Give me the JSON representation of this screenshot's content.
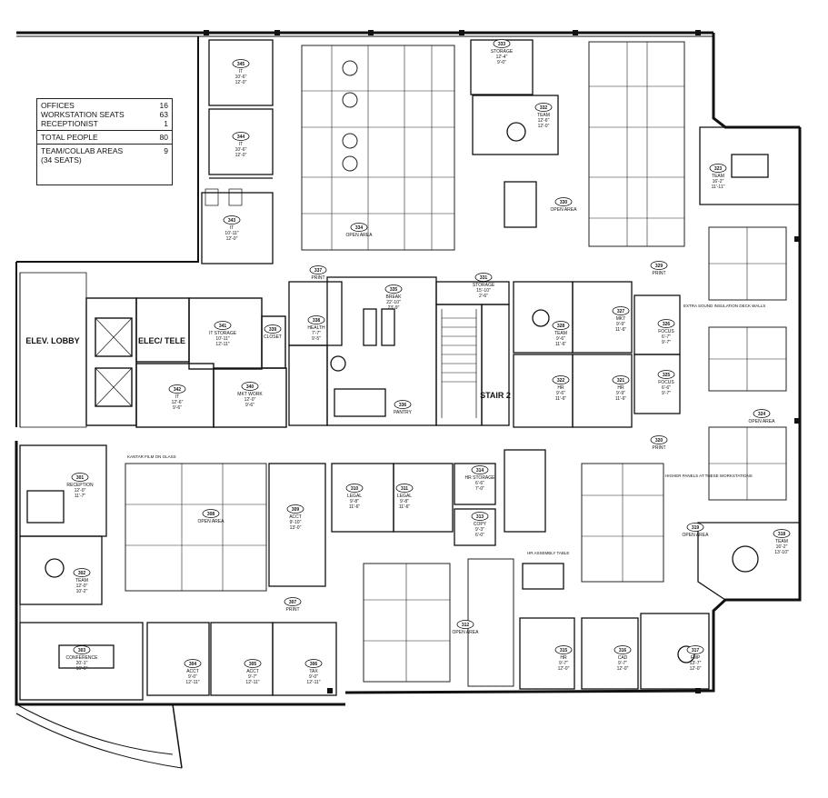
{
  "summary": {
    "offices_label": "OFFICES",
    "offices_value": "16",
    "workstations_label": "WORKSTATION SEATS",
    "workstations_value": "63",
    "reception_label": "RECEPTIONIST",
    "reception_value": "1",
    "total_label": "TOTAL PEOPLE",
    "total_value": "80",
    "team_label": "TEAM/COLLAB AREAS",
    "team_value": "9",
    "team_sub": "(34 SEATS)"
  },
  "core": {
    "elev_lobby": "ELEV. LOBBY",
    "elec_tele": "ELEC/ TELE",
    "stair": "STAIR 2"
  },
  "rooms": [
    {
      "n": "345",
      "name": "IT",
      "dims": "10'-6\"",
      "dims2": "12'-0\""
    },
    {
      "n": "344",
      "name": "IT",
      "dims": "10'-6\"",
      "dims2": "12'-0\""
    },
    {
      "n": "343",
      "name": "IT",
      "dims": "10'-11\"",
      "dims2": "12'-0\""
    },
    {
      "n": "341",
      "name": "IT STORAGE",
      "dims": "10'-11\"",
      "dims2": "12'-11\""
    },
    {
      "n": "342",
      "name": "IT",
      "dims": "12'-6\"",
      "dims2": "9'-6\""
    },
    {
      "n": "340",
      "name": "MKT WORK",
      "dims": "12'-0\"",
      "dims2": "9'-6\""
    },
    {
      "n": "339",
      "name": "CLOSET",
      "dims": "",
      "dims2": ""
    },
    {
      "n": "338",
      "name": "HEALTH",
      "dims": "7'-7\"",
      "dims2": "9'-5\""
    },
    {
      "n": "337",
      "name": "PRINT",
      "dims": "",
      "dims2": ""
    },
    {
      "n": "335",
      "name": "BREAK",
      "dims": "22'-10\"",
      "dims2": "23'-9\""
    },
    {
      "n": "336",
      "name": "PANTRY",
      "dims": "",
      "dims2": ""
    },
    {
      "n": "334",
      "name": "OPEN AREA",
      "dims": "",
      "dims2": ""
    },
    {
      "n": "333",
      "name": "STORAGE",
      "dims": "12'-4\"",
      "dims2": "9'-0\""
    },
    {
      "n": "332",
      "name": "TEAM",
      "dims": "12'-6\"",
      "dims2": "12'-0\""
    },
    {
      "n": "331",
      "name": "STORAGE",
      "dims": "15'-10\"",
      "dims2": "2'-6\""
    },
    {
      "n": "330",
      "name": "OPEN AREA",
      "dims": "",
      "dims2": ""
    },
    {
      "n": "329",
      "name": "PRINT",
      "dims": "",
      "dims2": ""
    },
    {
      "n": "328",
      "name": "TEAM",
      "dims": "9'-6\"",
      "dims2": "11'-6\""
    },
    {
      "n": "327",
      "name": "MKT",
      "dims": "9'-9\"",
      "dims2": "11'-6\""
    },
    {
      "n": "326",
      "name": "FOCUS",
      "dims": "6'-7\"",
      "dims2": "9'-7\""
    },
    {
      "n": "325",
      "name": "FOCUS",
      "dims": "6'-6\"",
      "dims2": "9'-7\""
    },
    {
      "n": "322",
      "name": "HR",
      "dims": "9'-6\"",
      "dims2": "11'-6\""
    },
    {
      "n": "321",
      "name": "HR",
      "dims": "9'-9\"",
      "dims2": "11'-6\""
    },
    {
      "n": "320",
      "name": "PRINT",
      "dims": "",
      "dims2": ""
    },
    {
      "n": "323",
      "name": "TEAM",
      "dims": "16'-2\"",
      "dims2": "11'-11\""
    },
    {
      "n": "324",
      "name": "OPEN AREA",
      "dims": "",
      "dims2": ""
    },
    {
      "n": "319",
      "name": "OPEN AREA",
      "dims": "",
      "dims2": ""
    },
    {
      "n": "318",
      "name": "TEAM",
      "dims": "16'-2\"",
      "dims2": "13'-10\""
    },
    {
      "n": "317",
      "name": "FMP",
      "dims": "13'-7\"",
      "dims2": "12'-0\""
    },
    {
      "n": "316",
      "name": "CAD",
      "dims": "9'-7\"",
      "dims2": "12'-0\""
    },
    {
      "n": "315",
      "name": "HR",
      "dims": "9'-7\"",
      "dims2": "12'-0\""
    },
    {
      "n": "312",
      "name": "OPEN AREA",
      "dims": "",
      "dims2": ""
    },
    {
      "n": "314",
      "name": "HR STORAGE",
      "dims": "6'-6\"",
      "dims2": "7'-0\""
    },
    {
      "n": "313",
      "name": "COPY",
      "dims": "9'-3\"",
      "dims2": "6'-0\""
    },
    {
      "n": "310",
      "name": "LEGAL",
      "dims": "9'-8\"",
      "dims2": "11'-6\""
    },
    {
      "n": "311",
      "name": "LEGAL",
      "dims": "9'-8\"",
      "dims2": "11'-6\""
    },
    {
      "n": "309",
      "name": "ACCT",
      "dims": "9'-10\"",
      "dims2": "13'-0\""
    },
    {
      "n": "308",
      "name": "OPEN AREA",
      "dims": "",
      "dims2": ""
    },
    {
      "n": "307",
      "name": "PRINT",
      "dims": "",
      "dims2": ""
    },
    {
      "n": "301",
      "name": "RECEPTION",
      "dims": "12'-0\"",
      "dims2": "11'-7\""
    },
    {
      "n": "302",
      "name": "TEAM",
      "dims": "12'-0\"",
      "dims2": "10'-2\""
    },
    {
      "n": "303",
      "name": "CONFERENCE",
      "dims": "20'-1\"",
      "dims2": "16'-6\""
    },
    {
      "n": "304",
      "name": "ACCT",
      "dims": "9'-0\"",
      "dims2": "12'-11\""
    },
    {
      "n": "305",
      "name": "ACCT",
      "dims": "9'-7\"",
      "dims2": "12'-11\""
    },
    {
      "n": "306",
      "name": "TAX",
      "dims": "9'-0\"",
      "dims2": "12'-11\""
    }
  ],
  "notes": {
    "kantar": "KANTAR FILM ON GLASS",
    "extra_sound": "EXTRA SOUND INSULATION DECK WALLS",
    "higher_panels": "HIGHER PANELS AT THESE WORKSTATIONS",
    "hr_assembly": "HR ASSEMBLY TABLE"
  }
}
